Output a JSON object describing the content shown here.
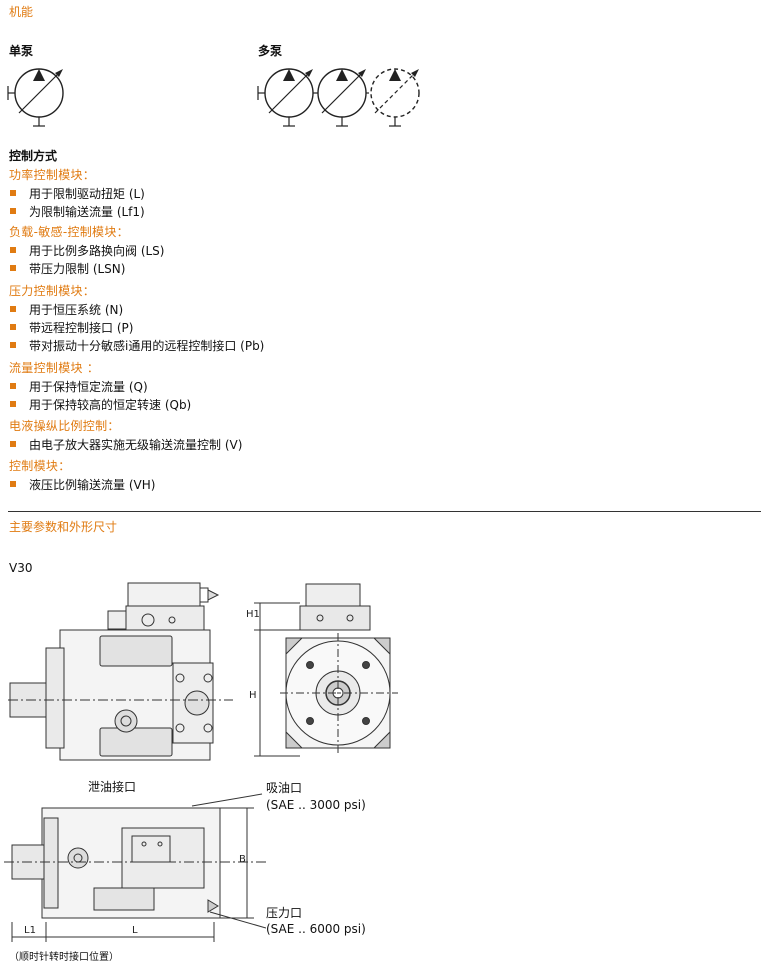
{
  "header": {
    "title": "机能"
  },
  "pumps": {
    "single_label": "单泵",
    "multi_label": "多泵"
  },
  "control": {
    "heading": "控制方式",
    "groups": [
      {
        "title": "功率控制模块：",
        "items": [
          "用于限制驱动扭矩 (L)",
          "为限制输送流量 (Lf1)"
        ]
      },
      {
        "title": "负载-敏感-控制模块：",
        "items": [
          "用于比例多路换向阀 (LS)",
          "带压力限制 (LSN)"
        ]
      },
      {
        "title": "压力控制模块：",
        "items": [
          "用于恒压系统 (N)",
          "带远程控制接口 (P)",
          "带对振动十分敏感i通用的远程控制接口 (Pb)"
        ]
      },
      {
        "title": "流量控制模块 ：",
        "items": [
          "用于保持恒定流量 (Q)",
          "用于保持较高的恒定转速 (Qb)"
        ]
      },
      {
        "title": "电液操纵比例控制：",
        "items": [
          "由电子放大器实施无级输送流量控制 (V)"
        ]
      },
      {
        "title": "控制模块：",
        "items": [
          "液压比例输送流量 (VH)"
        ]
      }
    ]
  },
  "dimensions": {
    "heading": "主要参数和外形尺寸",
    "model": "V30",
    "drain_label": "泄油接口",
    "suction_label": "吸油口",
    "suction_spec": "(SAE .. 3000 psi)",
    "pressure_label": "压力口",
    "pressure_spec": "(SAE .. 6000 psi)",
    "dim_h1": "H1",
    "dim_h": "H",
    "dim_b": "B",
    "dim_l1": "L1",
    "dim_l": "L",
    "rotation_note": "（顺时针转时接口位置）"
  },
  "colors": {
    "accent": "#e07b12",
    "line": "#222222"
  }
}
